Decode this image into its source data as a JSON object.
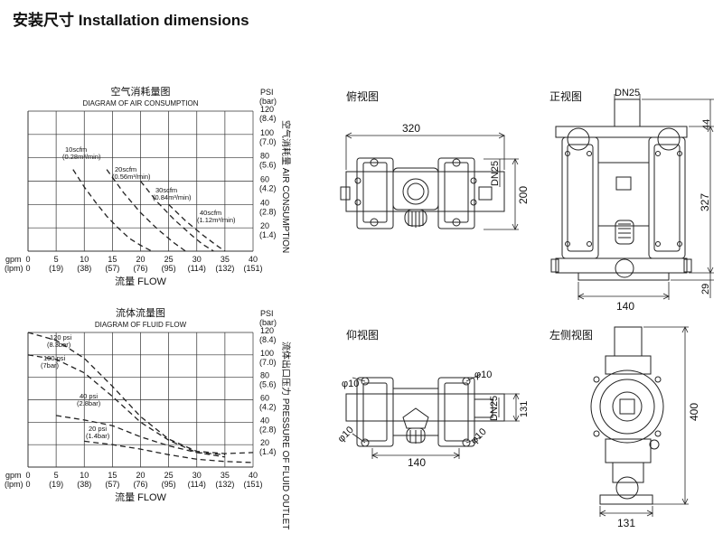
{
  "page": {
    "title": "安装尺寸 Installation dimensions"
  },
  "views": {
    "top": "俯视图",
    "front": "正视图",
    "bottom": "仰视图",
    "left": "左侧视图"
  },
  "air_chart": {
    "title_cn": "空气消耗量图",
    "title_en": "DIAGRAM OF AIR CONSUMPTION",
    "ylabel": "空气消耗量 AIR CONSUMPTION",
    "y_unit": [
      "PSI",
      "(bar)"
    ],
    "curves": [
      {
        "label": [
          "10scfm",
          "(0.28m³/min)"
        ]
      },
      {
        "label": [
          "20scfm",
          "(0.56m³/min)"
        ]
      },
      {
        "label": [
          "30scfm",
          "(0.84m³/min)"
        ]
      },
      {
        "label": [
          "40scfm",
          "(1.12m³/min)"
        ]
      }
    ]
  },
  "fluid_chart": {
    "title_cn": "流体流量图",
    "title_en": "DIAGRAM OF FLUID FLOW",
    "ylabel": "流体出口压力 PRESSURE OF FLUID OUTLET",
    "y_unit": [
      "PSI",
      "(bar)"
    ],
    "curves": [
      {
        "label": [
          "120 psi",
          "(8.3bar)"
        ]
      },
      {
        "label": [
          "100 psi",
          "(7bar)"
        ]
      },
      {
        "label": [
          "40 psi",
          "(2.8bar)"
        ]
      },
      {
        "label": [
          "20 psi",
          "(1.4bar)"
        ]
      }
    ]
  },
  "x_axis": {
    "unit_gpm": "gpm",
    "unit_lpm": "(lpm)",
    "label": "流量 FLOW",
    "gpm": [
      "0",
      "5",
      "10",
      "15",
      "20",
      "25",
      "30",
      "35",
      "40"
    ],
    "lpm": [
      "0",
      "(19)",
      "(38)",
      "(57)",
      "(76)",
      "(95)",
      "(114)",
      "(132)",
      "(151)"
    ]
  },
  "y_axis": {
    "psi": [
      "120",
      "100",
      "80",
      "60",
      "40",
      "20"
    ],
    "bar": [
      "(8.4)",
      "(7.0)",
      "(5.6)",
      "(4.2)",
      "(2.8)",
      "(1.4)"
    ]
  },
  "dimensions": {
    "top_width": "320",
    "top_port": "DN25",
    "top_height": "200",
    "front_port": "DN25",
    "front_top": "44",
    "front_height": "327",
    "front_width": "140",
    "front_bottom": "29",
    "bottom_hole_1": "φ10",
    "bottom_hole_2": "φ10",
    "bottom_hole_3": "φ10",
    "bottom_hole_4": "φ10",
    "bottom_port": "DN25",
    "bottom_depth": "131",
    "bottom_width": "140",
    "left_height": "400",
    "left_width": "131"
  },
  "chart_data": [
    {
      "type": "line",
      "title": "空气消耗量图 DIAGRAM OF AIR CONSUMPTION",
      "xlabel": "流量 FLOW gpm (lpm)",
      "ylabel": "PSI (bar)",
      "xlim": [
        0,
        40
      ],
      "ylim": [
        0,
        120
      ],
      "series": [
        {
          "name": "10scfm (0.28m³/min)",
          "x": [
            8,
            10,
            12,
            14,
            16,
            18,
            20,
            22
          ],
          "y": [
            70,
            55,
            42,
            30,
            20,
            11,
            5,
            0
          ]
        },
        {
          "name": "20scfm (0.56m³/min)",
          "x": [
            14,
            17,
            20,
            23,
            26,
            28
          ],
          "y": [
            70,
            50,
            33,
            19,
            7,
            0
          ]
        },
        {
          "name": "30scfm (0.84m³/min)",
          "x": [
            20,
            23,
            26,
            29,
            31,
            33
          ],
          "y": [
            60,
            42,
            27,
            14,
            6,
            0
          ]
        },
        {
          "name": "40scfm (1.12m³/min)",
          "x": [
            25,
            28,
            31,
            33.5,
            35
          ],
          "y": [
            40,
            26,
            14,
            5,
            0
          ]
        }
      ]
    },
    {
      "type": "line",
      "title": "流体流量图 DIAGRAM OF FLUID FLOW",
      "xlabel": "流量 FLOW gpm (lpm)",
      "ylabel": "PSI (bar)",
      "xlim": [
        0,
        40
      ],
      "ylim": [
        0,
        120
      ],
      "series": [
        {
          "name": "120 psi (8.3bar)",
          "x": [
            0,
            5,
            10,
            15,
            20,
            25,
            30,
            35,
            40
          ],
          "y": [
            120,
            113,
            97,
            72,
            45,
            25,
            14,
            12,
            13
          ]
        },
        {
          "name": "100 psi (7bar)",
          "x": [
            0,
            5,
            10,
            15,
            20,
            25,
            30,
            35
          ],
          "y": [
            100,
            96,
            84,
            63,
            40,
            24,
            13,
            11
          ]
        },
        {
          "name": "40 psi (2.8bar)",
          "x": [
            5,
            10,
            15,
            20,
            25,
            30,
            35
          ],
          "y": [
            46,
            42,
            37,
            27,
            19,
            13,
            9
          ]
        },
        {
          "name": "20 psi (1.4bar)",
          "x": [
            10,
            15,
            20,
            25,
            30,
            35,
            40
          ],
          "y": [
            23,
            20,
            16,
            11,
            7,
            5,
            4
          ]
        }
      ]
    }
  ]
}
